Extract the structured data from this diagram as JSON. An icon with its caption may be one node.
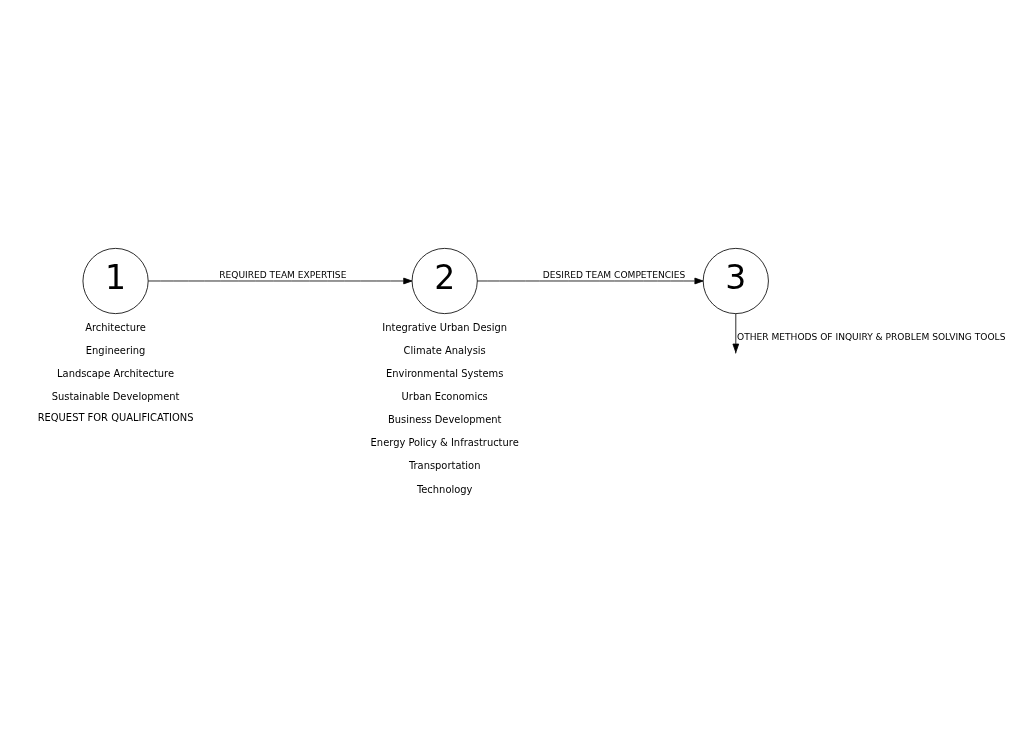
{
  "diagram": {
    "nodes": [
      {
        "text": [
          "1"
        ]
      },
      {
        "text": [
          "2"
        ]
      },
      {
        "text": [
          "3"
        ]
      }
    ],
    "edges": [
      {
        "from": 0,
        "to": 1,
        "arrow": "to",
        "label": "REQUIRED TEAM EXPERTISE"
      },
      {
        "from": 1,
        "to": 2,
        "arrow": "to",
        "label": "DESIRED TEAM COMPETENCIES"
      },
      {
        "from": 2,
        "to": null,
        "arrow": "to",
        "label": "OTHER METHODS OF INQUIRY & PROBLEM SOLVING TOOLS"
      }
    ],
    "labels": [
      "Architecture",
      "Engineering",
      "Landscape Architecture",
      "Sustainable Development",
      "Integrative Urban Design",
      "Climate Analysis",
      "Environmental Systems",
      "Urban Economics",
      "Business Development",
      "Energy Policy & Infrastructure",
      "Transportation",
      "Technology",
      "REQUEST FOR QUALIFICATIONS"
    ]
  }
}
